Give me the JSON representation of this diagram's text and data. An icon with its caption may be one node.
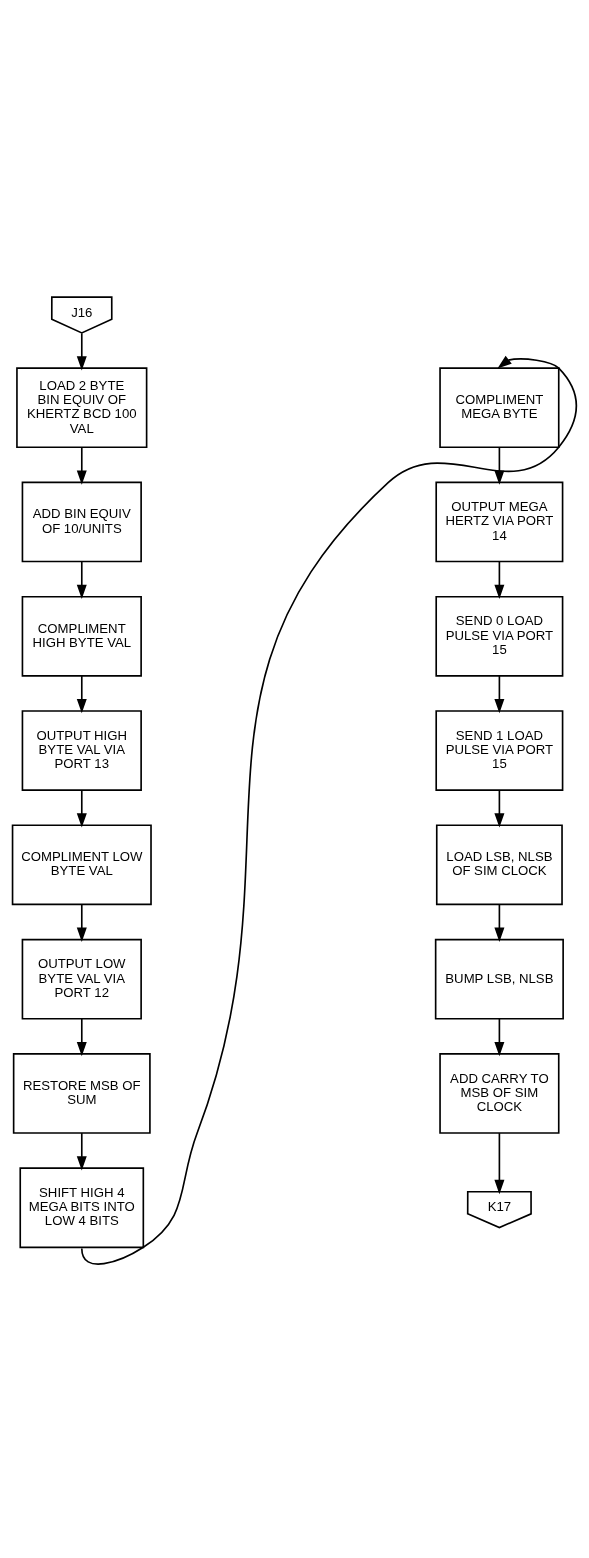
{
  "diagram": {
    "nodes": [
      {
        "text": [
          "J16"
        ]
      },
      {
        "text": [
          "LOAD 2 BYTE BIN EQUIV OF KHERTZ BCD 100 VAL"
        ]
      },
      {
        "text": [
          "ADD BIN EQUIV OF 10/UNITS"
        ]
      },
      {
        "text": [
          "COMPLIMENT HIGH BYTE VAL"
        ]
      },
      {
        "text": [
          "OUTPUT HIGH BYTE VAL VIA PORT 13"
        ]
      },
      {
        "text": [
          "COMPLIMENT LOW BYTE VAL"
        ]
      },
      {
        "text": [
          "OUTPUT LOW BYTE VAL VIA PORT 12"
        ]
      },
      {
        "text": [
          "RESTORE MSB OF SUM"
        ]
      },
      {
        "text": [
          "SHIFT HIGH 4 MEGA BITS INTO LOW 4 BITS"
        ]
      },
      {
        "text": [
          "COMPLIMENT MEGA BYTE"
        ]
      },
      {
        "text": [
          "OUTPUT MEGA HERTZ VIA PORT 14"
        ]
      },
      {
        "text": [
          "SEND 0 LOAD PULSE VIA PORT 15"
        ]
      },
      {
        "text": [
          "SEND 1 LOAD PULSE VIA PORT 15"
        ]
      },
      {
        "text": [
          "LOAD LSB, NLSB OF SIM CLOCK"
        ]
      },
      {
        "text": [
          "BUMP LSB, NLSB"
        ]
      },
      {
        "text": [
          "ADD CARRY TO MSB OF SIM CLOCK"
        ]
      },
      {
        "text": [
          "K17"
        ]
      }
    ],
    "edges": [
      {
        "from": 0,
        "to": 1,
        "arrow": "to"
      },
      {
        "from": 1,
        "to": 2,
        "arrow": "to"
      },
      {
        "from": 2,
        "to": 3,
        "arrow": "to"
      },
      {
        "from": 3,
        "to": 4,
        "arrow": "to"
      },
      {
        "from": 4,
        "to": 5,
        "arrow": "to"
      },
      {
        "from": 5,
        "to": 6,
        "arrow": "to"
      },
      {
        "from": 6,
        "to": 7,
        "arrow": "to"
      },
      {
        "from": 7,
        "to": 8,
        "arrow": "to"
      },
      {
        "from": 8,
        "to": 9,
        "arrow": "to"
      },
      {
        "from": 9,
        "to": 10,
        "arrow": "to"
      },
      {
        "from": 10,
        "to": 11,
        "arrow": "to"
      },
      {
        "from": 11,
        "to": 12,
        "arrow": "to"
      },
      {
        "from": 12,
        "to": 13,
        "arrow": "to"
      },
      {
        "from": 13,
        "to": 14,
        "arrow": "to"
      },
      {
        "from": 14,
        "to": 15,
        "arrow": "to"
      },
      {
        "from": 15,
        "to": 16,
        "arrow": "to"
      }
    ]
  }
}
